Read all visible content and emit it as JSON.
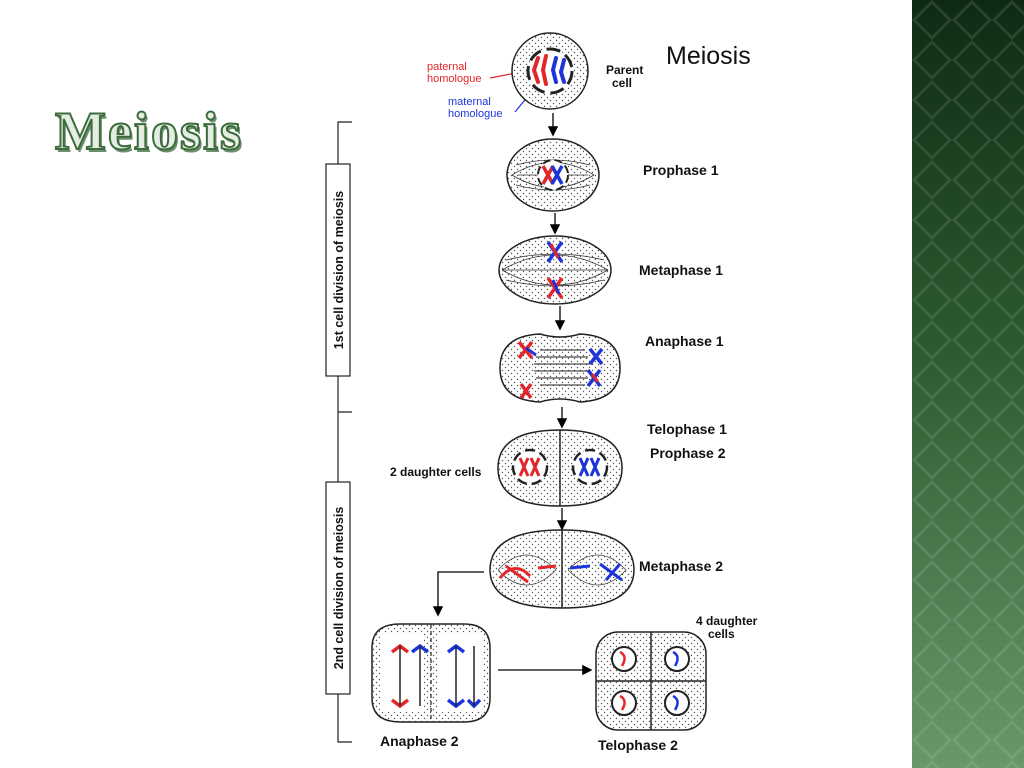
{
  "slide": {
    "title": "Meiosis"
  },
  "diagram": {
    "heading": "Meiosis",
    "parent_cell_label": "Parent\ncell",
    "paternal_label": "paternal\nhomologue",
    "maternal_label": "maternal\nhomologue",
    "first_division_label": "1st cell division of meiosis",
    "second_division_label": "2nd cell division of meiosis",
    "stages": {
      "prophase1": "Prophase 1",
      "metaphase1": "Metaphase 1",
      "anaphase1": "Anaphase 1",
      "telophase1": "Telophase 1",
      "prophase2": "Prophase 2",
      "metaphase2": "Metaphase 2",
      "anaphase2": "Anaphase 2",
      "telophase2": "Telophase 2"
    },
    "two_daughter_label": "2 daughter cells",
    "four_daughter_label": "4 daughter\ncells"
  },
  "colors": {
    "paternal": "#e3262a",
    "maternal": "#1c34d8",
    "side_band_dark": "#0f2a13",
    "side_band_light": "#68986a"
  }
}
